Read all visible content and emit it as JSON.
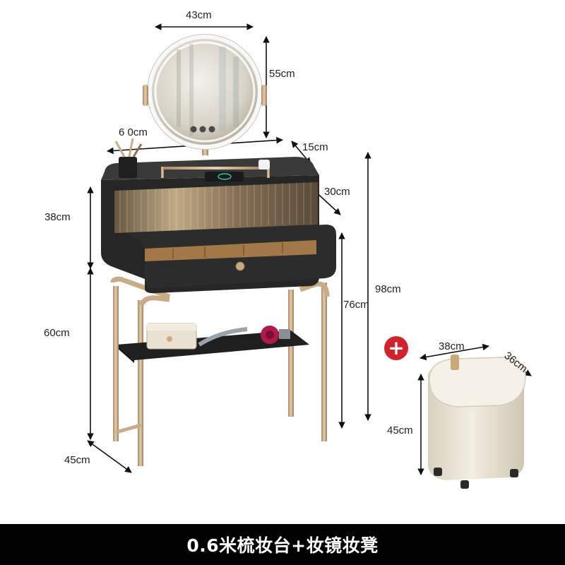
{
  "dimensions": {
    "mirror_width": "43cm",
    "mirror_height": "55cm",
    "table_width": "6 0cm",
    "depth_top": "15cm",
    "cabinet_depth": "30cm",
    "cabinet_height": "38cm",
    "lower_height": "60cm",
    "leg_height": "76cm",
    "total_height": "98cm",
    "table_depth": "45cm",
    "stool_width": "38cm",
    "stool_depth": "36cm",
    "stool_height": "45cm"
  },
  "plus_symbol": "+",
  "caption": "0.6米梳妆台+妆镜妆凳",
  "colors": {
    "cabinet": "#2b2b2b",
    "frame_gold": "#c9ab86",
    "mirror_ring": "#e8e8e8",
    "stool_body": "#ece5d6",
    "badge_red": "#d2222a",
    "caption_bg": "#000000"
  }
}
